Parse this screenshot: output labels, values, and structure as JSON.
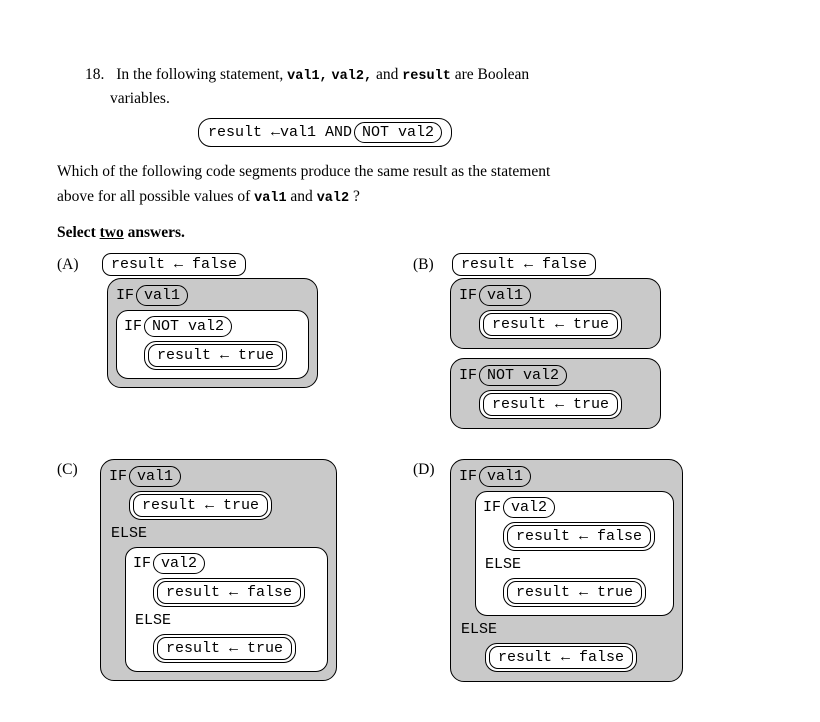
{
  "question": {
    "number": "18.",
    "line1": {
      "t1": "In the following statement,",
      "c1": "val1,",
      "c2": "val2,",
      "t2": "and",
      "c3": "result",
      "t3": "are Boolean"
    },
    "line2": "variables.",
    "statement": {
      "code": "result ←val1 AND",
      "cond": "NOT val2"
    },
    "prompt1": "Which of the following code segments produce the same result as the statement",
    "prompt2": {
      "t1": "above for all possible values of",
      "c1": "val1",
      "t2": "and",
      "c2": "val2",
      "t3": "?"
    },
    "select": {
      "t1": "Select",
      "u": "two",
      "t2": "answers."
    }
  },
  "answers": {
    "A": {
      "label": "(A)",
      "init_stmt": "result ← false",
      "if1": "IF",
      "cond1": "val1",
      "if2": "IF",
      "cond2": "NOT val2",
      "stmt1": "result ← true"
    },
    "B": {
      "label": "(B)",
      "init_stmt": "result ← false",
      "if1": "IF",
      "cond1": "val1",
      "stmt1": "result ← true",
      "if2": "IF",
      "cond2": "NOT val2",
      "stmt2": "result ← true"
    },
    "C": {
      "label": "(C)",
      "if1": "IF",
      "cond1": "val1",
      "stmt1": "result ← true",
      "else1": "ELSE",
      "if2": "IF",
      "cond2": "val2",
      "stmt2": "result ← false",
      "else2": "ELSE",
      "stmt3": "result ← true"
    },
    "D": {
      "label": "(D)",
      "if1": "IF",
      "cond1": "val1",
      "if2": "IF",
      "cond2": "val2",
      "stmt1": "result ← false",
      "else1": "ELSE",
      "stmt2": "result ← true",
      "else2": "ELSE",
      "stmt3": "result ← false"
    }
  },
  "colors": {
    "block_fill": "#c9c9c9",
    "border": "#000000",
    "page_background": "#ffffff"
  }
}
